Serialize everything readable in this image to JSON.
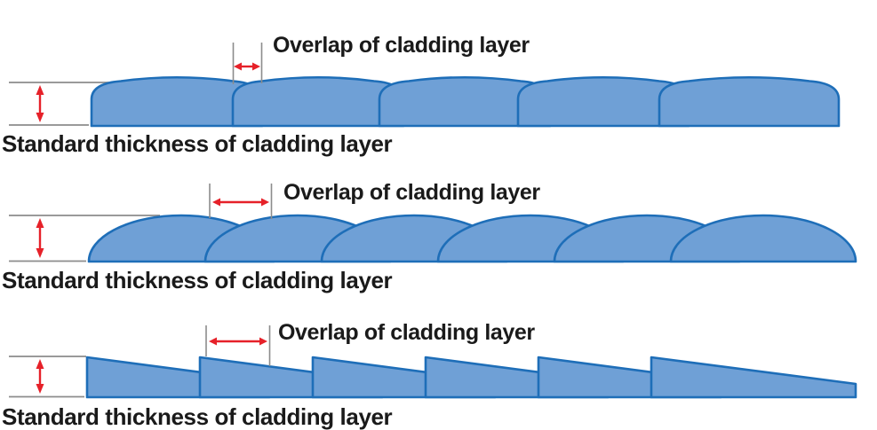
{
  "colors": {
    "bead_fill": "#6FA0D6",
    "bead_stroke": "#1E6EB8",
    "arrow_red": "#E62129",
    "guide_gray": "#8C8C8C",
    "label_color": "#1A1A1A",
    "background": "#FFFFFF"
  },
  "rows": [
    {
      "overlap_label": "Overlap of cladding layer",
      "thickness_label": "Standard thickness of cladding layer"
    },
    {
      "overlap_label": "Overlap of cladding layer",
      "thickness_label": "Standard thickness of cladding layer"
    },
    {
      "overlap_label": "Overlap of cladding layer",
      "thickness_label": "Standard thickness of cladding layer"
    }
  ]
}
